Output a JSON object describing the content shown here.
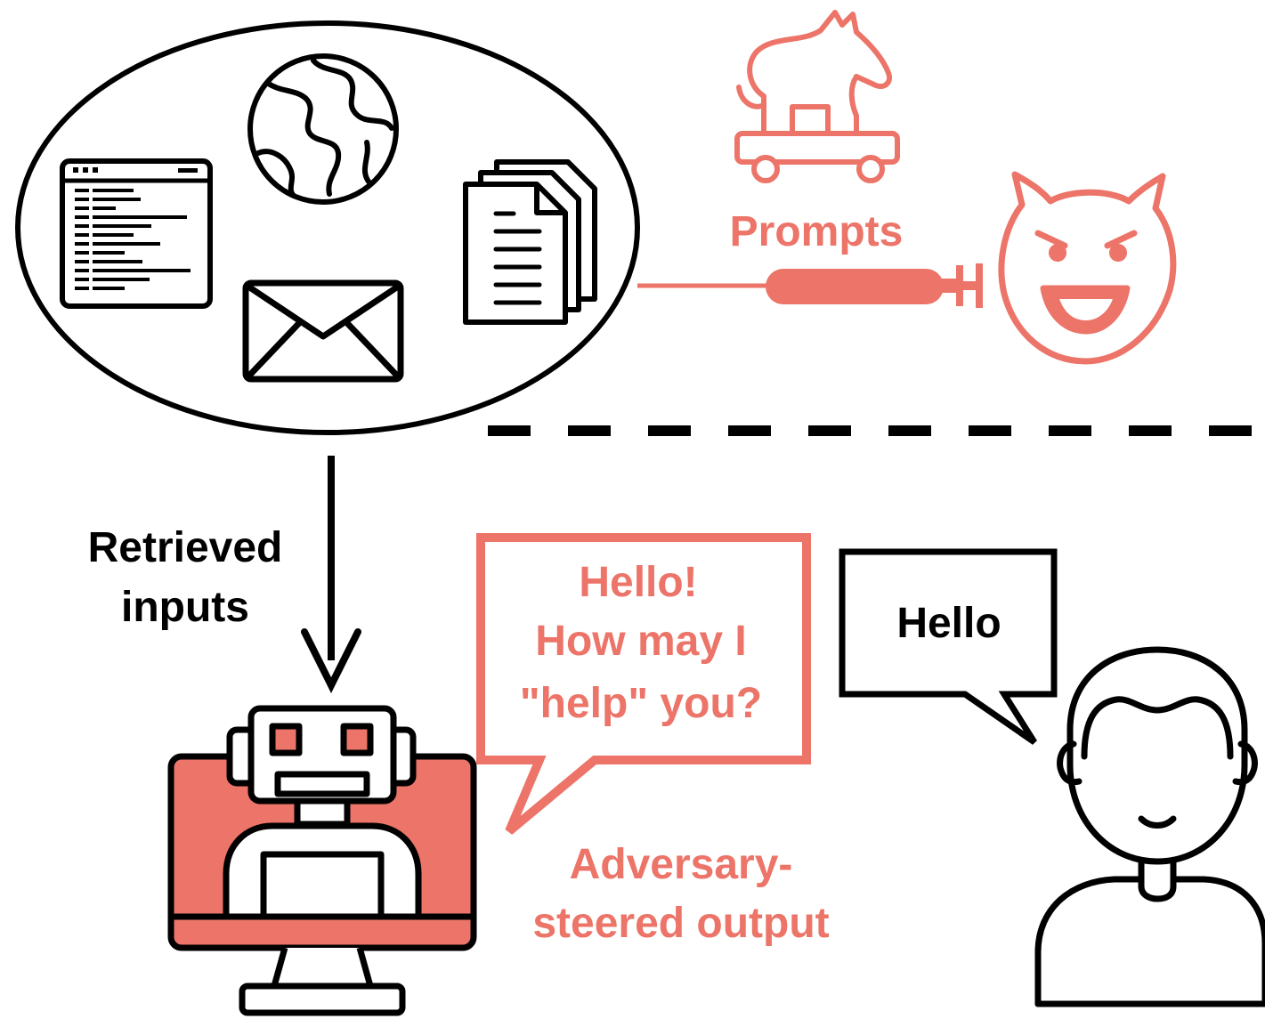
{
  "colors": {
    "accent": "#ec7468",
    "ink": "#000000",
    "background": "#ffffff"
  },
  "labels": {
    "prompts": "Prompts",
    "retrieved_line1": "Retrieved",
    "retrieved_line2": "inputs",
    "adversary_line1": "Adversary-",
    "adversary_line2": "steered output"
  },
  "bubbles": {
    "agent_line1": "Hello!",
    "agent_line2": "How may I",
    "agent_line3": "\"help\" you?",
    "user": "Hello"
  },
  "icons": [
    "globe-icon",
    "code-window-icon",
    "document-stack-icon",
    "envelope-icon",
    "trojan-horse-icon",
    "syringe-icon",
    "devil-face-icon",
    "robot-computer-icon",
    "user-person-icon"
  ]
}
